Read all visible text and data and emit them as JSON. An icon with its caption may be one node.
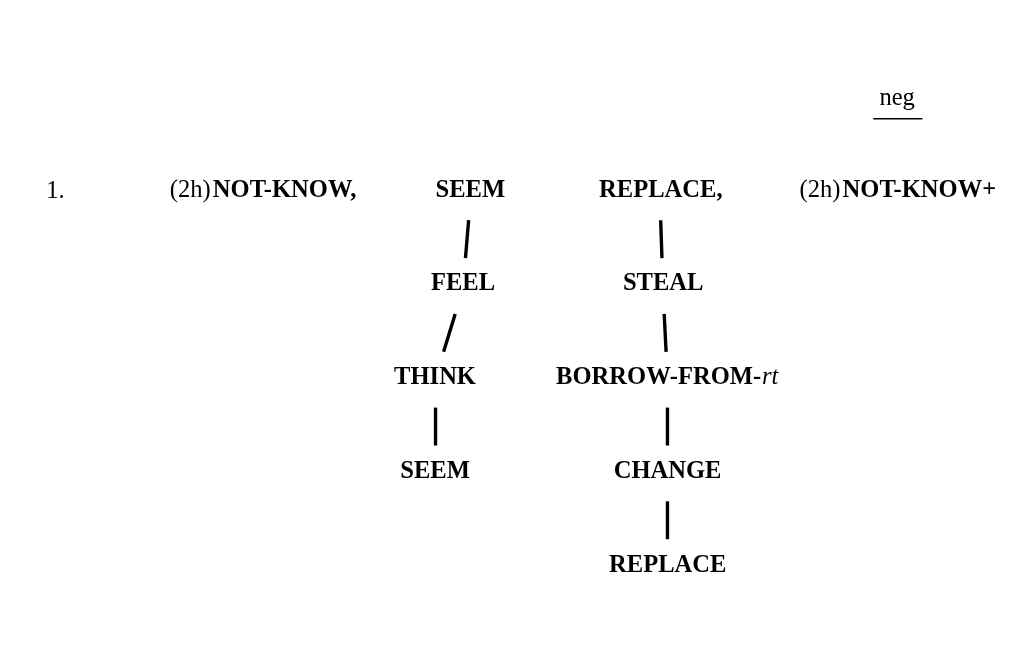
{
  "diagram": {
    "nodes": [
      {
        "text": [
          "SEEM"
        ]
      },
      {
        "text": [
          "FEEL"
        ]
      },
      {
        "text": [
          "THINK"
        ]
      },
      {
        "text": [
          "SEEM"
        ]
      },
      {
        "text": [
          "REPLACE,"
        ]
      },
      {
        "text": [
          "STEAL"
        ]
      },
      {
        "text": [
          "BORROW-FROM-*rt*"
        ]
      },
      {
        "text": [
          "CHANGE"
        ]
      },
      {
        "text": [
          "REPLACE"
        ]
      }
    ],
    "edges": [
      {
        "from": 0,
        "to": 1,
        "arrow": "none"
      },
      {
        "from": 1,
        "to": 2,
        "arrow": "none"
      },
      {
        "from": 2,
        "to": 3,
        "arrow": "none"
      },
      {
        "from": 4,
        "to": 5,
        "arrow": "none"
      },
      {
        "from": 5,
        "to": 6,
        "arrow": "none"
      },
      {
        "from": 6,
        "to": 7,
        "arrow": "none"
      },
      {
        "from": 7,
        "to": 8,
        "arrow": "none"
      }
    ],
    "labels": [
      "1.",
      "(2h)**NOT-KNOW,**",
      "neg",
      "(2h)**NOT-KNOW+**"
    ]
  }
}
